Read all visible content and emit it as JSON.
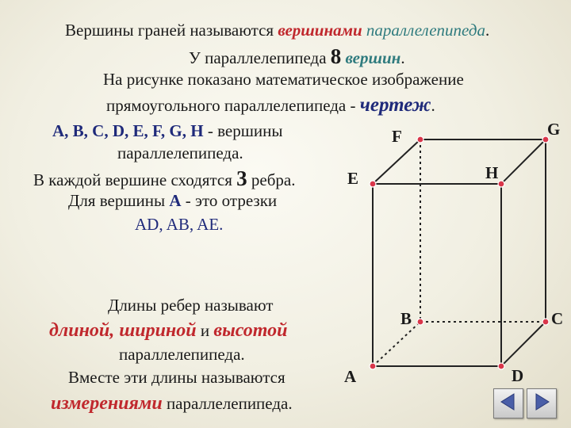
{
  "slide": {
    "line1": {
      "a": "Вершины граней называются ",
      "b": "вершинами",
      "c": "параллелепипеда",
      "d": "."
    },
    "line2": {
      "a": "У параллелепипеда ",
      "b": "8",
      "c": "вершин",
      "d": "."
    },
    "line3": "На рисунке показано математическое изображение",
    "line4": {
      "a": "прямоугольного параллелепипеда - ",
      "b": "чертеж",
      "c": "."
    },
    "block1": {
      "l1a": "A, B, C, D, E, F, G, H",
      "l1b": " - вершины",
      "l2": "параллелепипеда.",
      "l3a": "В каждой вершине сходятся ",
      "l3b": "3",
      "l3c": " ребра.",
      "l4a": "Для вершины ",
      "l4b": "А",
      "l4c": " - это отрезки",
      "l5": "AD, AB, AE."
    },
    "block2": {
      "l1": "Длины ребер называют",
      "l2a": "длиной, шириной",
      "l2b": " и ",
      "l2c": "высотой",
      "l3": "параллелепипеда.",
      "l4": "Вместе эти длины называются",
      "l5a": "измерениями",
      "l5b": " параллелепипеда."
    }
  },
  "figure": {
    "vertex_labels": {
      "A": "A",
      "B": "B",
      "C": "C",
      "D": "D",
      "E": "E",
      "F": "F",
      "G": "G",
      "H": "H"
    },
    "vertex_color": "#d9364a",
    "hidden_edge_style": "dashed"
  },
  "navigation": {
    "prev_icon": "triangle-left-icon",
    "next_icon": "triangle-right-icon",
    "button_color": "#4a5ea8"
  }
}
